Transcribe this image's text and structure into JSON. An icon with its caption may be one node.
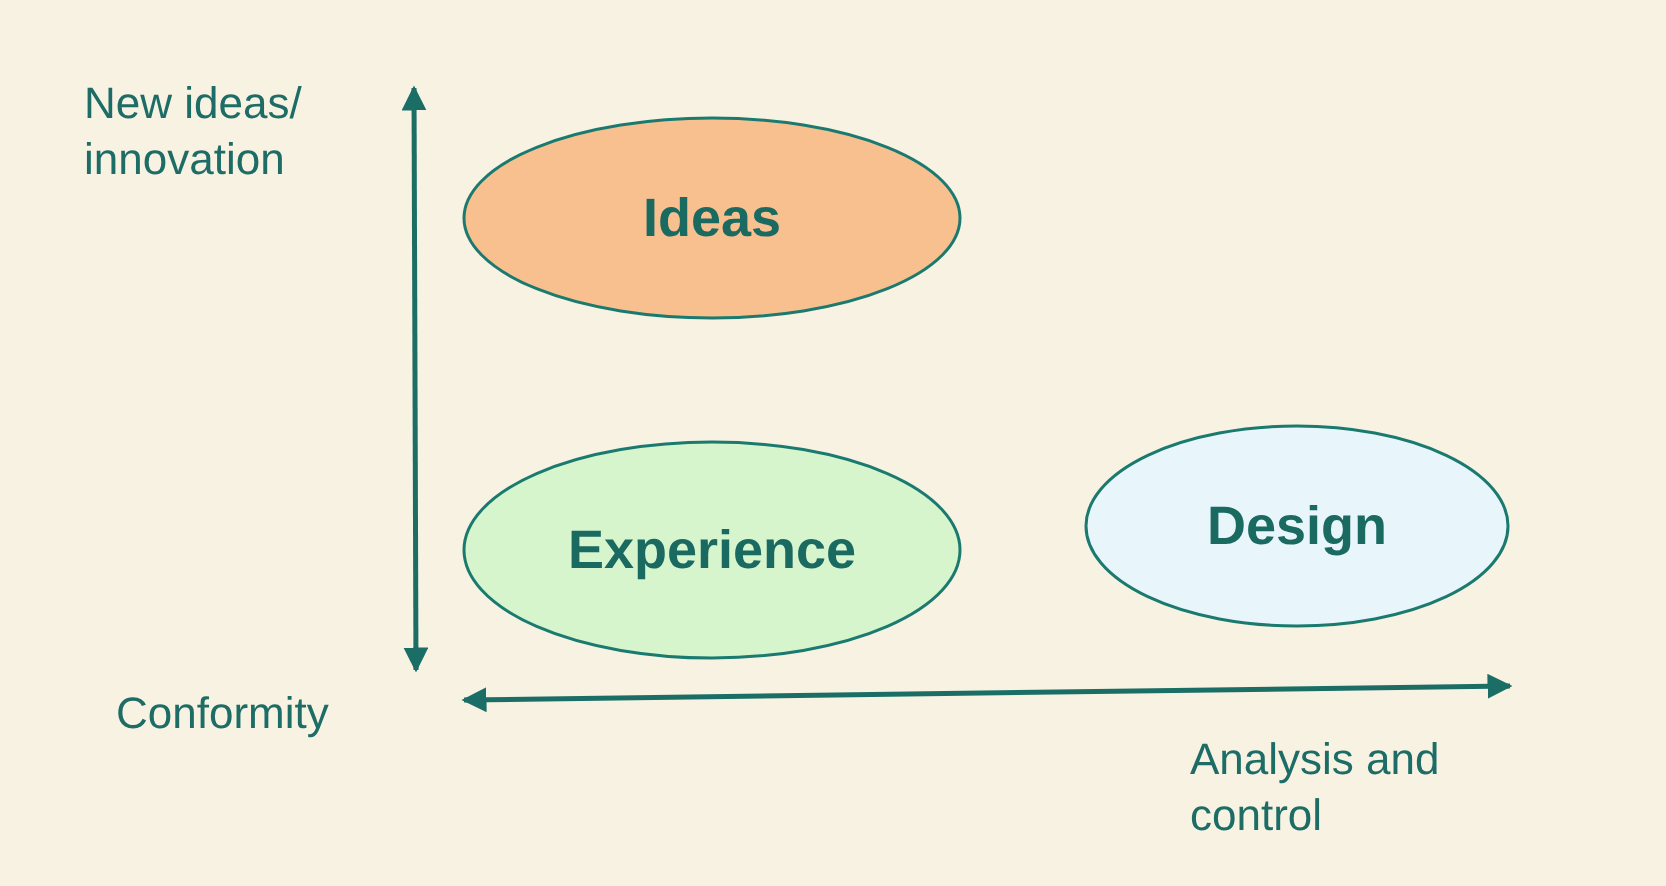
{
  "diagram": {
    "nodes": [
      {
        "text": [
          "Ideas"
        ]
      },
      {
        "text": [
          "Experience"
        ]
      },
      {
        "text": [
          "Design"
        ]
      }
    ],
    "labels": [
      "New ideas/ innovation",
      "Conformity",
      "Analysis and control"
    ]
  }
}
